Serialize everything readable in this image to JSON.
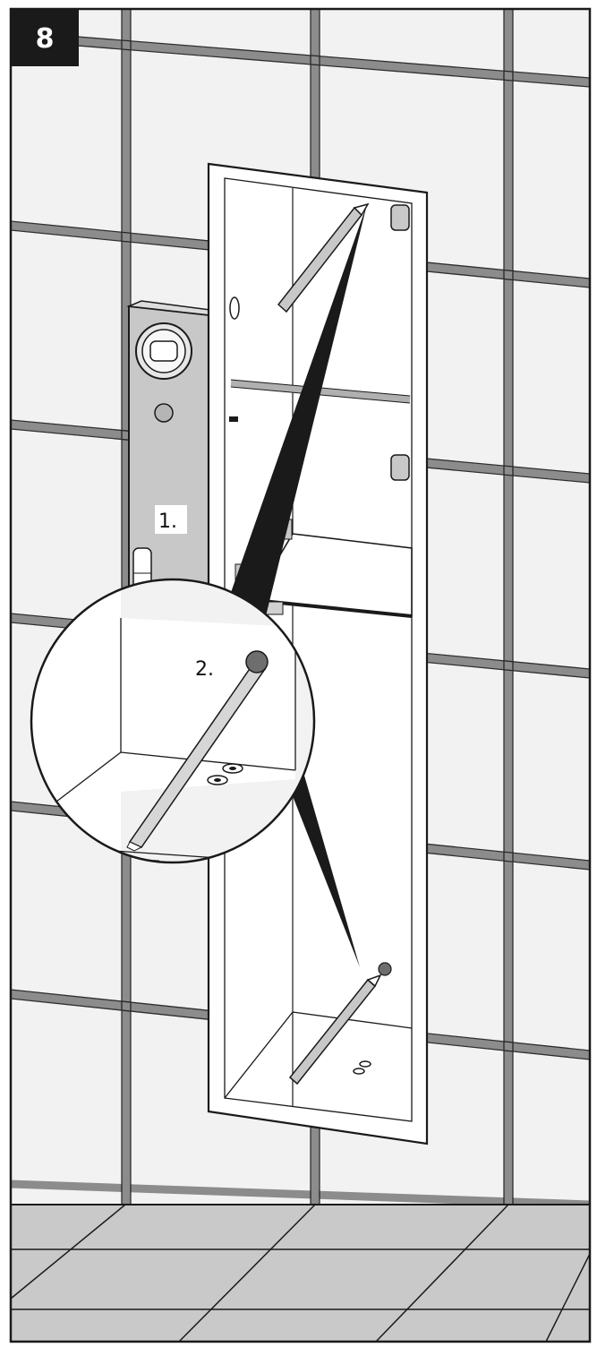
{
  "figure": {
    "step_number": "8",
    "labels": {
      "level": "1.",
      "detail": "2."
    }
  },
  "colors": {
    "outline": "#1a1a1a",
    "grout": "#8c8c8c",
    "wall_tile": "#f2f2f2",
    "floor_tile": "#c9c9c9",
    "level_body": "#c8c8c8",
    "niche": "#ffffff",
    "badge": "#1a1a1a"
  },
  "icons": [
    "spirit-level-icon",
    "pencil-icon",
    "wall-niche-icon",
    "magnifier-callout-icon"
  ]
}
